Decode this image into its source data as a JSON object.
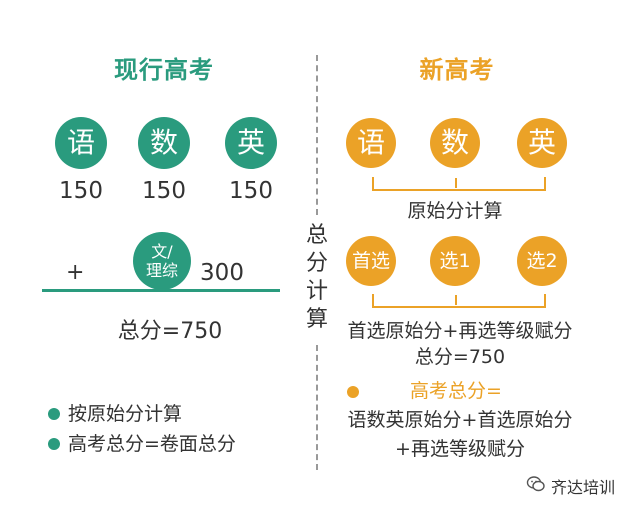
{
  "colors": {
    "green": "#2a9b7e",
    "orange": "#eba227"
  },
  "left": {
    "title": "现行高考",
    "subjects": [
      {
        "label": "语",
        "score": "150"
      },
      {
        "label": "数",
        "score": "150"
      },
      {
        "label": "英",
        "score": "150"
      }
    ],
    "plus": "+",
    "elective": {
      "line1": "文/",
      "line2": "理综",
      "score": "300"
    },
    "total": "总分=750",
    "notes": [
      "按原始分计算",
      "高考总分=卷面总分"
    ]
  },
  "center_label": [
    "总",
    "分",
    "计",
    "算"
  ],
  "right": {
    "title": "新高考",
    "subjects": [
      "语",
      "数",
      "英"
    ],
    "raw_calc": "原始分计算",
    "electives": [
      "首选",
      "选1",
      "选2"
    ],
    "formula_line1": "首选原始分+再选等级赋分",
    "formula_line2": "总分=750",
    "total_heading": "高考总分=",
    "total_line1": "语数英原始分+首选原始分",
    "total_line2": "+再选等级赋分"
  },
  "watermark": {
    "icon": "wechat-icon",
    "text": "齐达培训"
  }
}
